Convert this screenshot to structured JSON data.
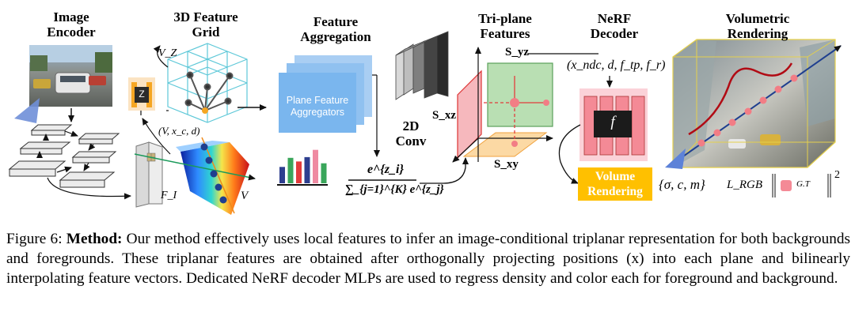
{
  "figure": {
    "labels": {
      "image_encoder": [
        "Image",
        "Encoder"
      ],
      "feature_grid": [
        "3D Feature",
        "Grid"
      ],
      "aggregation": [
        "Feature",
        "Aggregation"
      ],
      "triplane": [
        "Tri-plane",
        "Features"
      ],
      "nerf_decoder": [
        "NeRF",
        "Decoder"
      ],
      "volumetric": [
        "Volumetric",
        "Rendering"
      ]
    },
    "plane_aggregators": [
      "Plane Feature",
      "Aggregators"
    ],
    "conv": [
      "2D",
      "Conv"
    ],
    "z_block": "Z",
    "f_block": "f",
    "volume_rendering": [
      "Volume",
      "Rendering"
    ],
    "math": {
      "vz": "V_Z",
      "v_xc_d": "(V, x_c, d)",
      "fi": "F_I",
      "v": "V",
      "softmax_num": "e^{z_i}",
      "softmax_den": "∑_{j=1}^{K} e^{z_j}",
      "s_yz": "S_yz",
      "s_xz": "S_xz",
      "s_xy": "S_xy",
      "decoder_input": "(x_ndc, d, f_tp, f_r)",
      "outputs": "{σ, c, m}",
      "loss": "L_RGB",
      "gt": "G.T",
      "exponent": "2"
    },
    "colors": {
      "plane_aggregator_fill": "#7ab6ee",
      "triplane_yz": "#b9dfb3",
      "triplane_xz": "#f6b8bd",
      "triplane_xy": "#fcd9a4",
      "decoder_pink": "#f48a96",
      "decoder_bg": "#fbd2d8",
      "volume_rendering": "#ffc000",
      "z_block": "#f5a623",
      "ray_blue": "#1f3f8f",
      "hist": [
        "#2e3f8f",
        "#3aa65b",
        "#e23c3c",
        "#2e3f8f",
        "#ef8aa2",
        "#3aa65b"
      ]
    },
    "histogram_values": [
      0.45,
      0.7,
      0.6,
      0.72,
      0.92,
      0.55
    ]
  },
  "caption": {
    "prefix": "Figure 6: ",
    "bold": "Method:",
    "body": " Our method effectively uses local features to infer an image-conditional triplanar representation for both backgrounds and foregrounds.  These triplanar features are obtained after orthogonally projecting positions (x) into each plane and bilinearly interpolating feature vectors. Dedicated NeRF decoder MLPs are used to regress density and color each for foreground and background."
  }
}
